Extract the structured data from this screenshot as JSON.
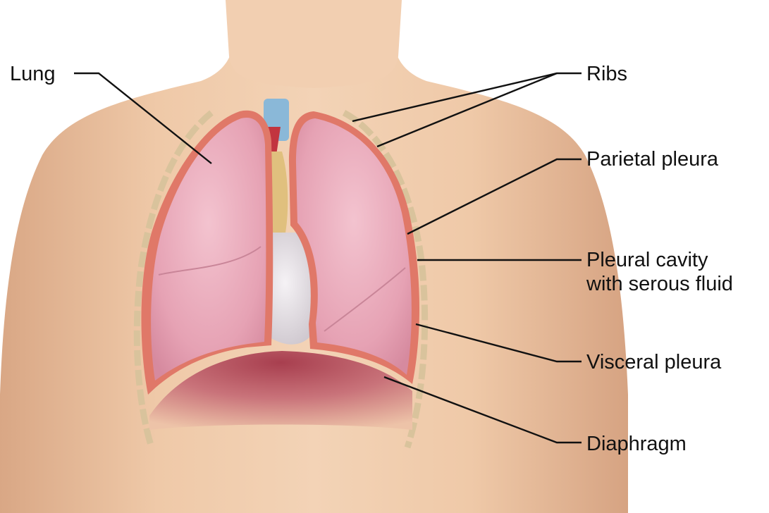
{
  "labels": {
    "lung": "Lung",
    "ribs": "Ribs",
    "parietal_pleura": "Parietal pleura",
    "pleural_cavity_line1": "Pleural cavity",
    "pleural_cavity_line2": "with serous fluid",
    "visceral_pleura": "Visceral pleura",
    "diaphragm": "Diaphragm"
  },
  "colors": {
    "skin": "#edc6a4",
    "lung": "#e7a8b8",
    "pleura": "#e07868",
    "diaphragm": "#b8525f",
    "trachea": "#8ab8d8",
    "heart": "#e6e2e6",
    "leader_line": "#111111"
  }
}
